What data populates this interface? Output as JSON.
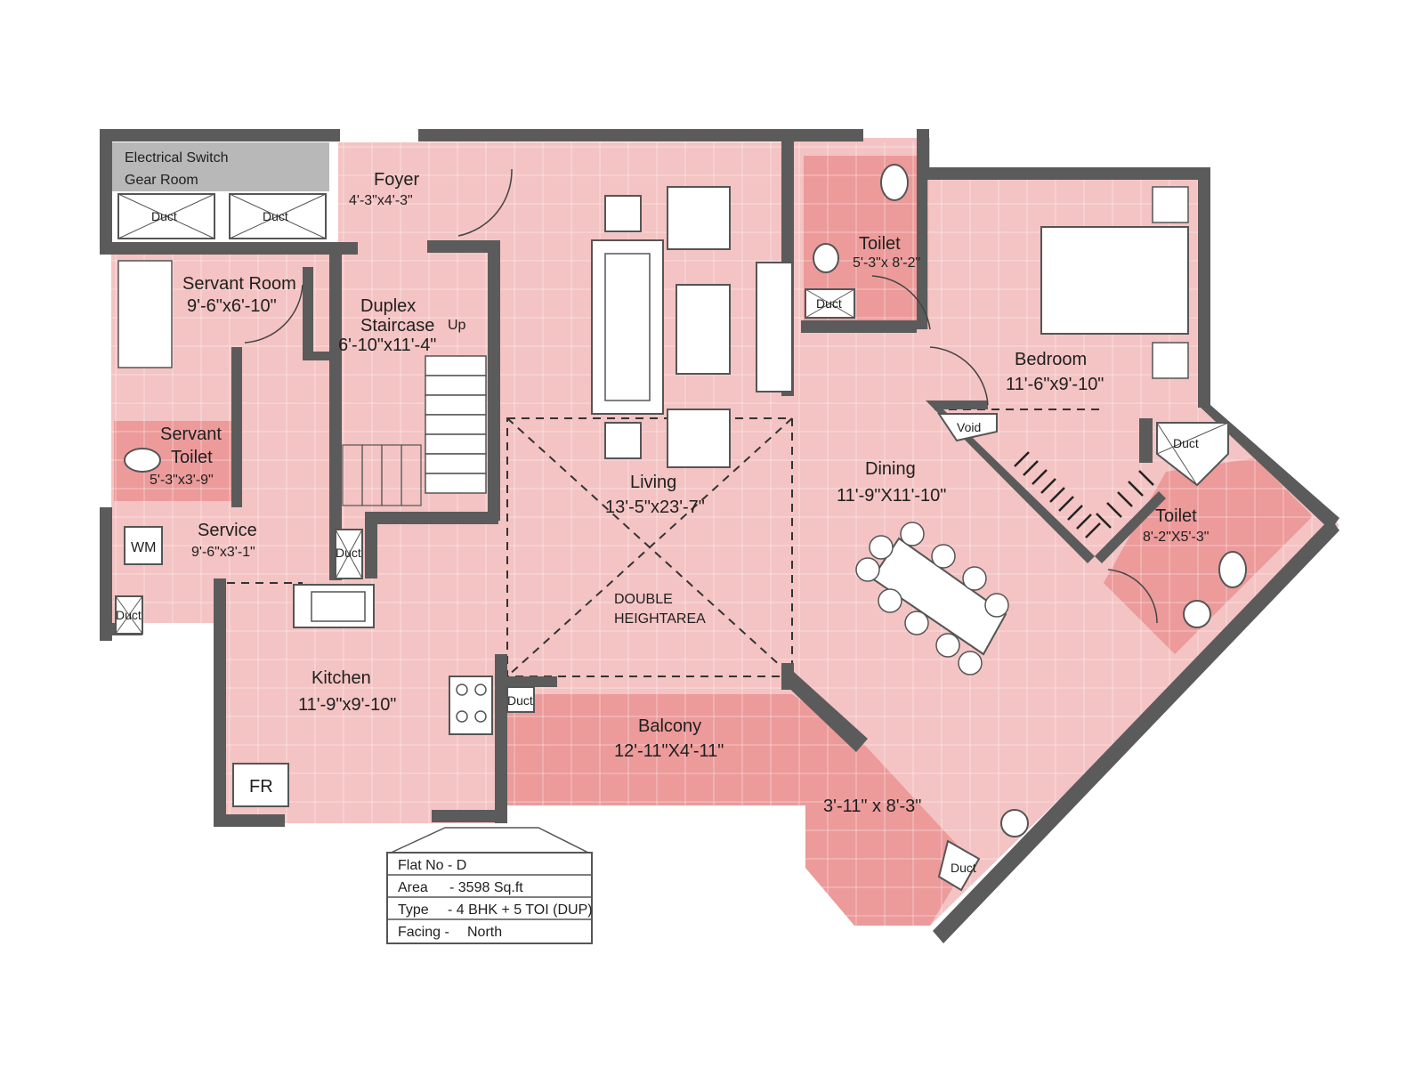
{
  "rooms": {
    "electrical": {
      "name": "Electrical Switch",
      "name2": "Gear Room"
    },
    "foyer": {
      "name": "Foyer",
      "size": "4'-3\"x4'-3\""
    },
    "servant_room": {
      "name": "Servant Room",
      "size": "9'-6\"x6'-10\""
    },
    "staircase": {
      "name": "Duplex",
      "name2": "Staircase",
      "size": "6'-10\"x11'-4\"",
      "up": "Up"
    },
    "servant_toilet": {
      "name": "Servant",
      "name2": "Toilet",
      "size": "5'-3\"x3'-9\""
    },
    "service": {
      "name": "Service",
      "size": "9'-6\"x3'-1\""
    },
    "kitchen": {
      "name": "Kitchen",
      "size": "11'-9\"x9'-10\"",
      "fridge": "FR",
      "washer": "WM"
    },
    "living": {
      "name": "Living",
      "size": "13'-5\"x23'-7\""
    },
    "double_height": {
      "name": "DOUBLE",
      "name2": "HEIGHTAREA"
    },
    "toilet_top": {
      "name": "Toilet",
      "size": "5'-3\"x 8'-2\""
    },
    "bedroom": {
      "name": "Bedroom",
      "size": "11'-6\"x9'-10\""
    },
    "dining": {
      "name": "Dining",
      "size": "11'-9\"X11'-10\""
    },
    "toilet_right": {
      "name": "Toilet",
      "size": "8'-2\"X5'-3\""
    },
    "balcony": {
      "name": "Balcony",
      "size": "12'-11\"X4'-11\"",
      "size2": "3'-11\" x 8'-3\""
    }
  },
  "markers": {
    "duct": "Duct",
    "void": "Void"
  },
  "info_table": {
    "rows": [
      {
        "label": "Flat  No - D",
        "value": ""
      },
      {
        "label": "Area",
        "value": "- 3598 Sq.ft"
      },
      {
        "label": "Type",
        "value": "- 4 BHK + 5 TOI (DUP)"
      },
      {
        "label": "Facing -",
        "value": "North"
      }
    ]
  },
  "colors": {
    "floor": "#f4c3c3",
    "wet_area": "#ec9a9a",
    "electrical": "#b8b8b8",
    "wall": "#5b5b5b"
  }
}
